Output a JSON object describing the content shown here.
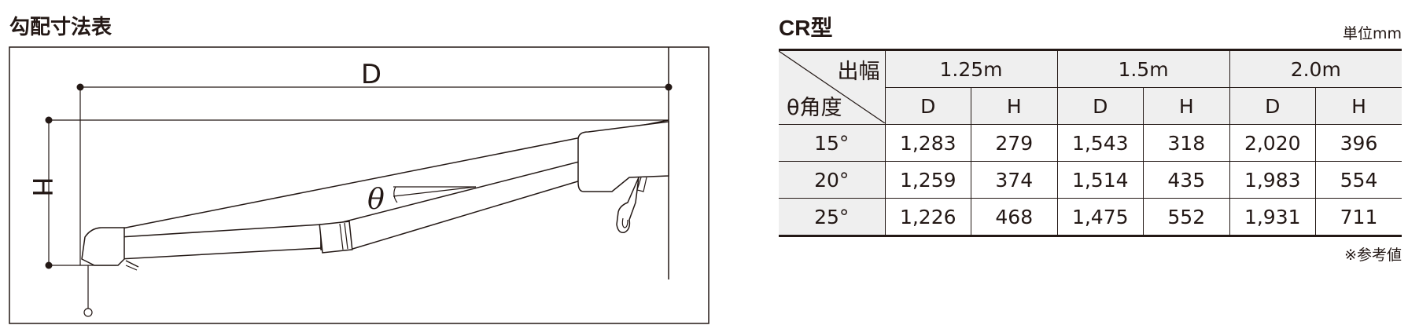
{
  "diagram": {
    "title": "勾配寸法表",
    "label_d": "D",
    "label_h": "H",
    "label_theta": "θ"
  },
  "table": {
    "title": "CR型",
    "unit": "単位mm",
    "corner_top": "出幅",
    "corner_bottom": "θ角度",
    "widths": [
      "1.25m",
      "1.5m",
      "2.0m"
    ],
    "sub_headers": [
      "D",
      "H",
      "D",
      "H",
      "D",
      "H"
    ],
    "rows": [
      {
        "angle": "15°",
        "values": [
          "1,283",
          "279",
          "1,543",
          "318",
          "2,020",
          "396"
        ]
      },
      {
        "angle": "20°",
        "values": [
          "1,259",
          "374",
          "1,514",
          "435",
          "1,983",
          "554"
        ]
      },
      {
        "angle": "25°",
        "values": [
          "1,226",
          "468",
          "1,475",
          "552",
          "1,931",
          "711"
        ]
      }
    ],
    "note": "※参考値"
  }
}
